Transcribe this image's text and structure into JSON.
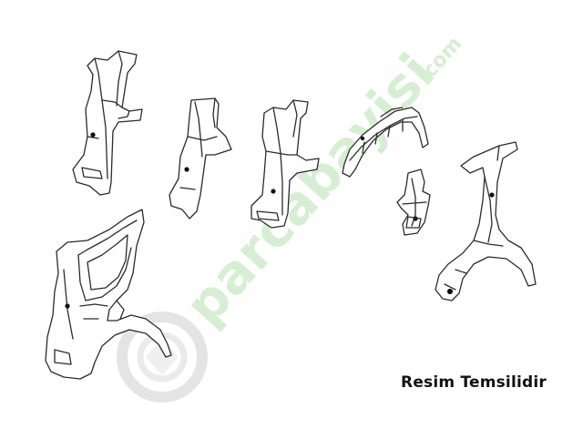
{
  "watermark": {
    "brand": "parcabayisi",
    "domain": ".com",
    "logo": "gear-camera-logo-icon",
    "color": "#d6efd3"
  },
  "caption": "Resim Temsilidir",
  "colors": {
    "line": "#2b2b2b",
    "background": "#ffffff"
  }
}
